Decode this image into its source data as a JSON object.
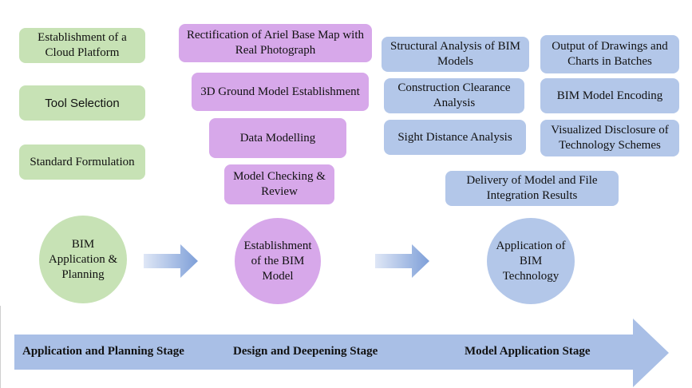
{
  "stage1": {
    "tasks": [
      "Establishment of a Cloud Platform",
      "Tool Selection",
      "Standard Formulation"
    ],
    "circle": "BIM Application & Planning"
  },
  "stage2": {
    "tasks": [
      "Rectification of Ariel Base Map with Real Photograph",
      "3D Ground Model Establishment",
      "Data Modelling",
      "Model Checking & Review"
    ],
    "circle": "Establishment of the BIM Model"
  },
  "stage3": {
    "tasks_left": [
      "Structural Analysis of BIM Models",
      "Construction Clearance Analysis",
      "Sight Distance Analysis"
    ],
    "tasks_right": [
      "Output of Drawings and Charts in Batches",
      "BIM Model Encoding",
      "Visualized Disclosure of Technology Schemes"
    ],
    "delivery": "Delivery of Model and File Integration Results",
    "circle": "Application of BIM Technology"
  },
  "stages": [
    "Application and Planning Stage",
    "Design and Deepening Stage",
    "Model Application Stage"
  ],
  "colors": {
    "green": "#c7e2b5",
    "purple": "#d7a8ea",
    "blue": "#b3c7e9",
    "arrow": "#a9bfe6"
  }
}
